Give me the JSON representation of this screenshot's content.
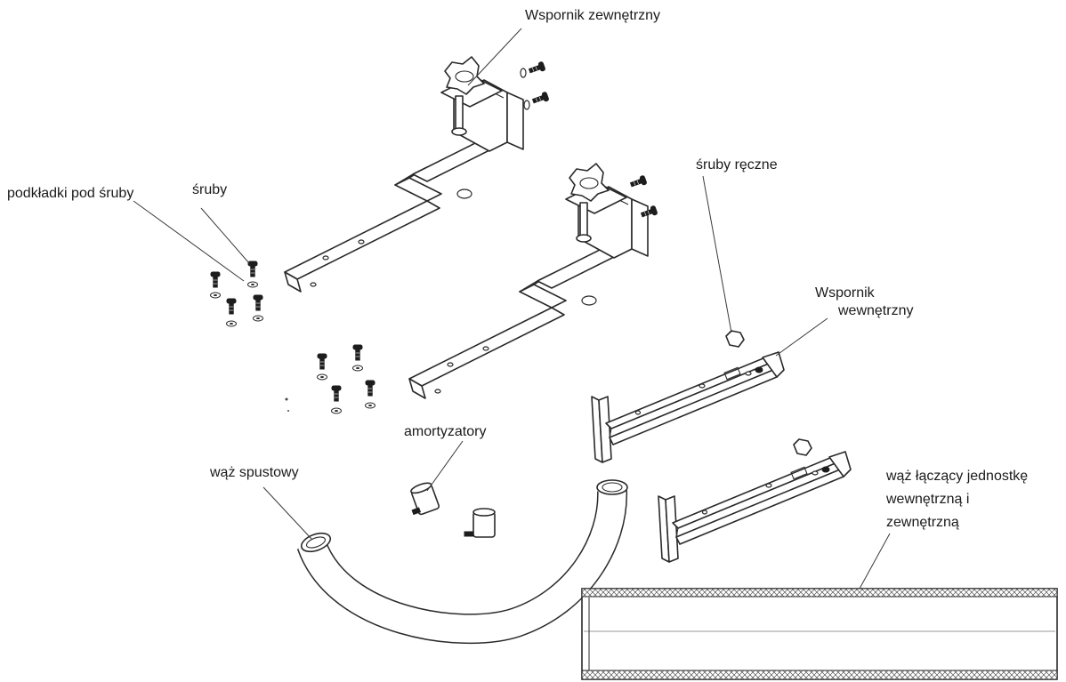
{
  "labels": {
    "outer_bracket": "Wspornik zewnętrzny",
    "washers": "podkładki pod śruby",
    "screws": "śruby",
    "hand_screws": "śruby ręczne",
    "inner_bracket_line1": "Wspornik",
    "inner_bracket_line2": "wewnętrzny",
    "dampers": "amortyzatory",
    "drain_hose": "wąż spustowy",
    "connecting_hose_line1": "wąż łączący jednostkę",
    "connecting_hose_line2": "wewnętrzną i",
    "connecting_hose_line3": "zewnętrzną"
  }
}
